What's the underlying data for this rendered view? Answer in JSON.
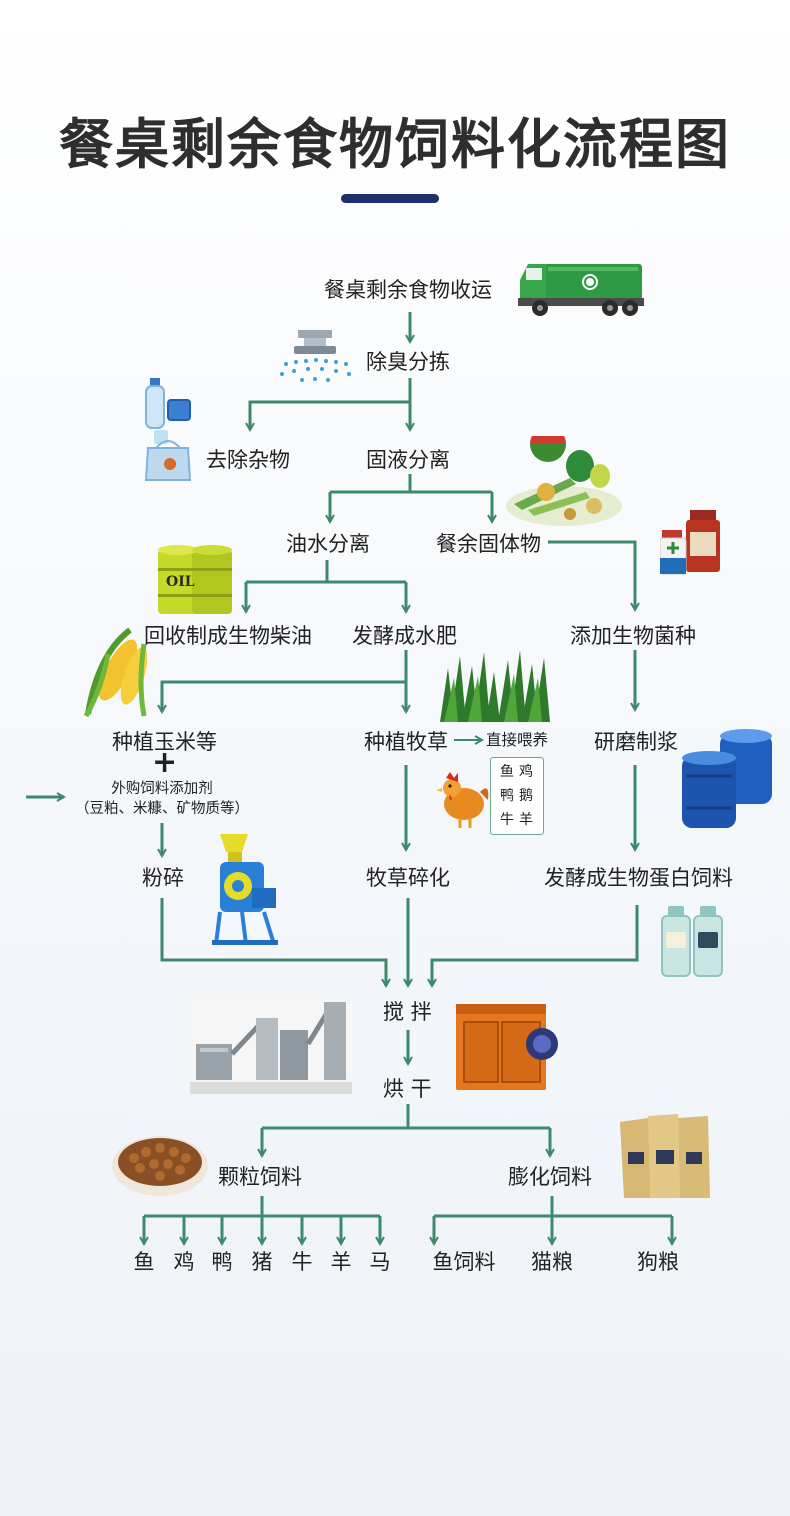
{
  "title": "餐桌剩余食物饲料化流程图",
  "colors": {
    "line": "#3b8a6e",
    "title_bar": "#1f2f6e",
    "title": "#2e2e2e"
  },
  "steps": {
    "collect": "餐桌剩余食物收运",
    "deodorize": "除臭分拣",
    "remove_impurities": "去除杂物",
    "solid_liquid": "固液分离",
    "oil_water": "油水分离",
    "food_solids": "餐余固体物",
    "biodiesel": "回收制成生物柴油",
    "water_fertilizer": "发酵成水肥",
    "add_bacteria": "添加生物菌种",
    "plant_corn": "种植玉米等",
    "plant_grass": "种植牧草",
    "direct_feed": "直接喂养",
    "grind_slurry": "研磨制浆",
    "purchased_additive": "外购饲料添加剂",
    "additive_examples": "（豆粕、米糠、矿物质等）",
    "crush": "粉碎",
    "grass_shred": "牧草碎化",
    "protein_feed": "发酵成生物蛋白饲料",
    "mix": "搅 拌",
    "dry": "烘 干",
    "pellet_feed": "颗粒饲料",
    "puffed_feed": "膨化饲料"
  },
  "direct_feed_animals": [
    "鱼",
    "鸡",
    "鸭",
    "鹅",
    "牛",
    "羊"
  ],
  "pellet_outputs": [
    "鱼",
    "鸡",
    "鸭",
    "猪",
    "牛",
    "羊",
    "马"
  ],
  "puffed_outputs": [
    "鱼饲料",
    "猫粮",
    "狗粮"
  ],
  "plus_sign": "+",
  "oil_drum_text": "OIL"
}
